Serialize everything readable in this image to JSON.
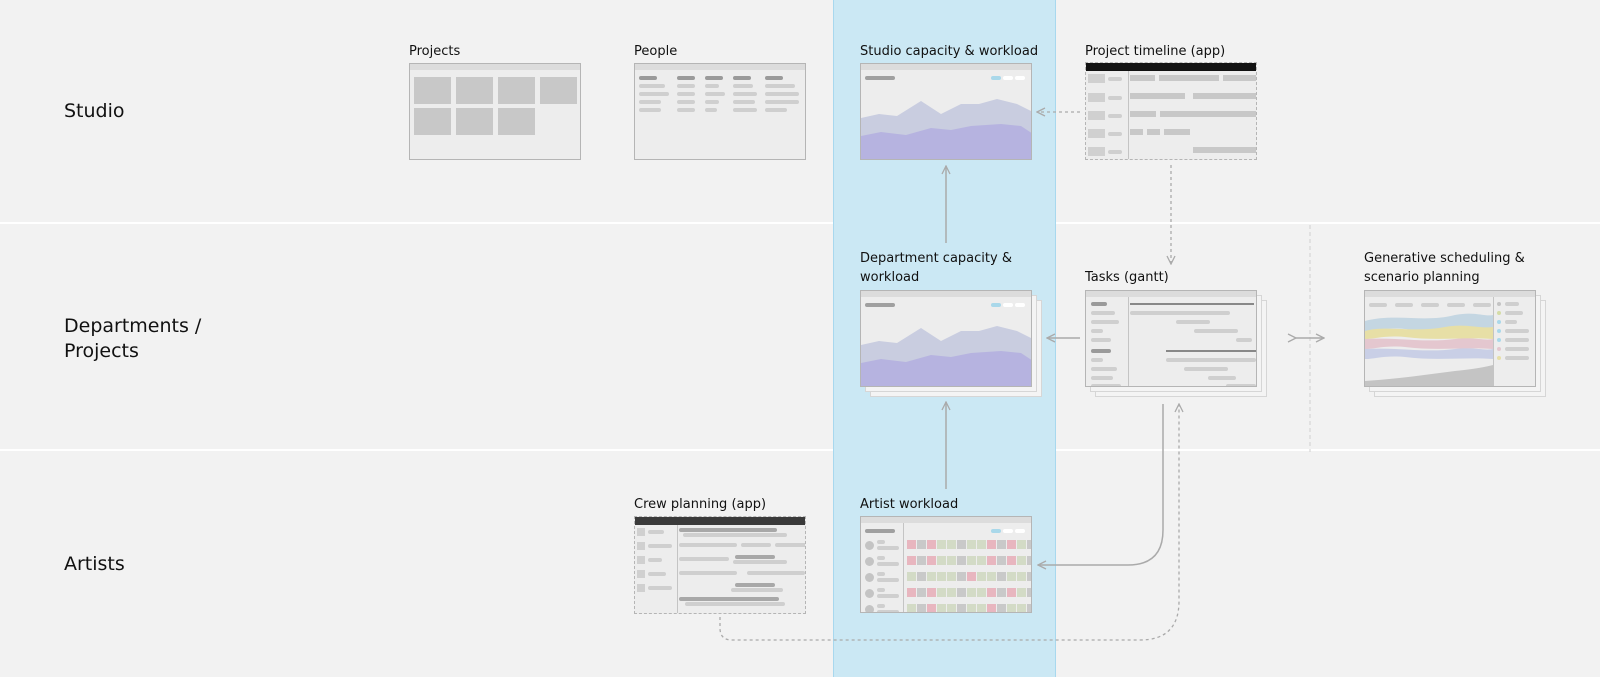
{
  "rows": {
    "studio": "Studio",
    "departments_line1": "Departments /",
    "departments_line2": "Projects",
    "artists": "Artists"
  },
  "views": {
    "projects": "Projects",
    "people": "People",
    "studio_capacity": "Studio capacity & workload",
    "project_timeline": "Project timeline (app)",
    "dept_capacity_line1": "Department capacity &",
    "dept_capacity_line2": "workload",
    "tasks_gantt": "Tasks (gantt)",
    "generative_line1": "Generative scheduling &",
    "generative_line2": "scenario planning",
    "crew_planning": "Crew planning (app)",
    "artist_workload": "Artist workload"
  },
  "colors": {
    "highlight": "#cbe8f4",
    "workload_area": "#b6b3e0",
    "capacity_area": "#c9cde0",
    "accent_blue": "#a9d8ea",
    "cell_red": "#e8b6bf",
    "cell_green": "#d3dbc6",
    "cell_grey": "#c9c9c9"
  }
}
